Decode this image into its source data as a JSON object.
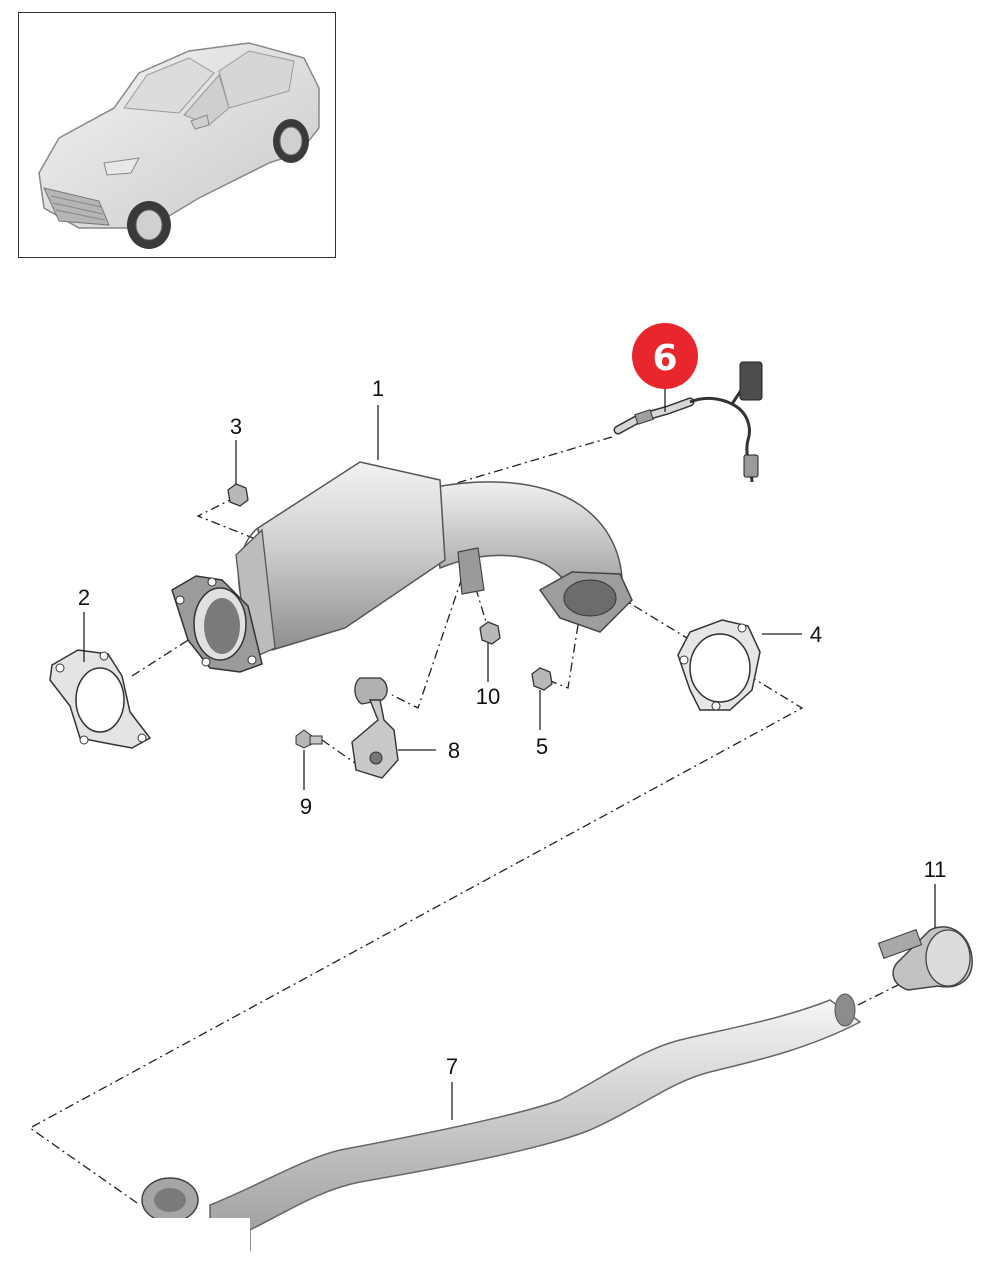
{
  "diagram": {
    "highlighted_part": "6",
    "colors": {
      "highlight_badge": "#e8262c",
      "metal_light": "#e3e3e3",
      "metal_mid": "#bdbdbd",
      "metal_dark": "#8a8a8a",
      "line": "#222222"
    },
    "callouts": [
      {
        "id": "1",
        "label": "1"
      },
      {
        "id": "2",
        "label": "2"
      },
      {
        "id": "3",
        "label": "3"
      },
      {
        "id": "4",
        "label": "4"
      },
      {
        "id": "5",
        "label": "5"
      },
      {
        "id": "6",
        "label": "6"
      },
      {
        "id": "7",
        "label": "7"
      },
      {
        "id": "8",
        "label": "8"
      },
      {
        "id": "9",
        "label": "9"
      },
      {
        "id": "10",
        "label": "10"
      },
      {
        "id": "11",
        "label": "11"
      }
    ]
  }
}
